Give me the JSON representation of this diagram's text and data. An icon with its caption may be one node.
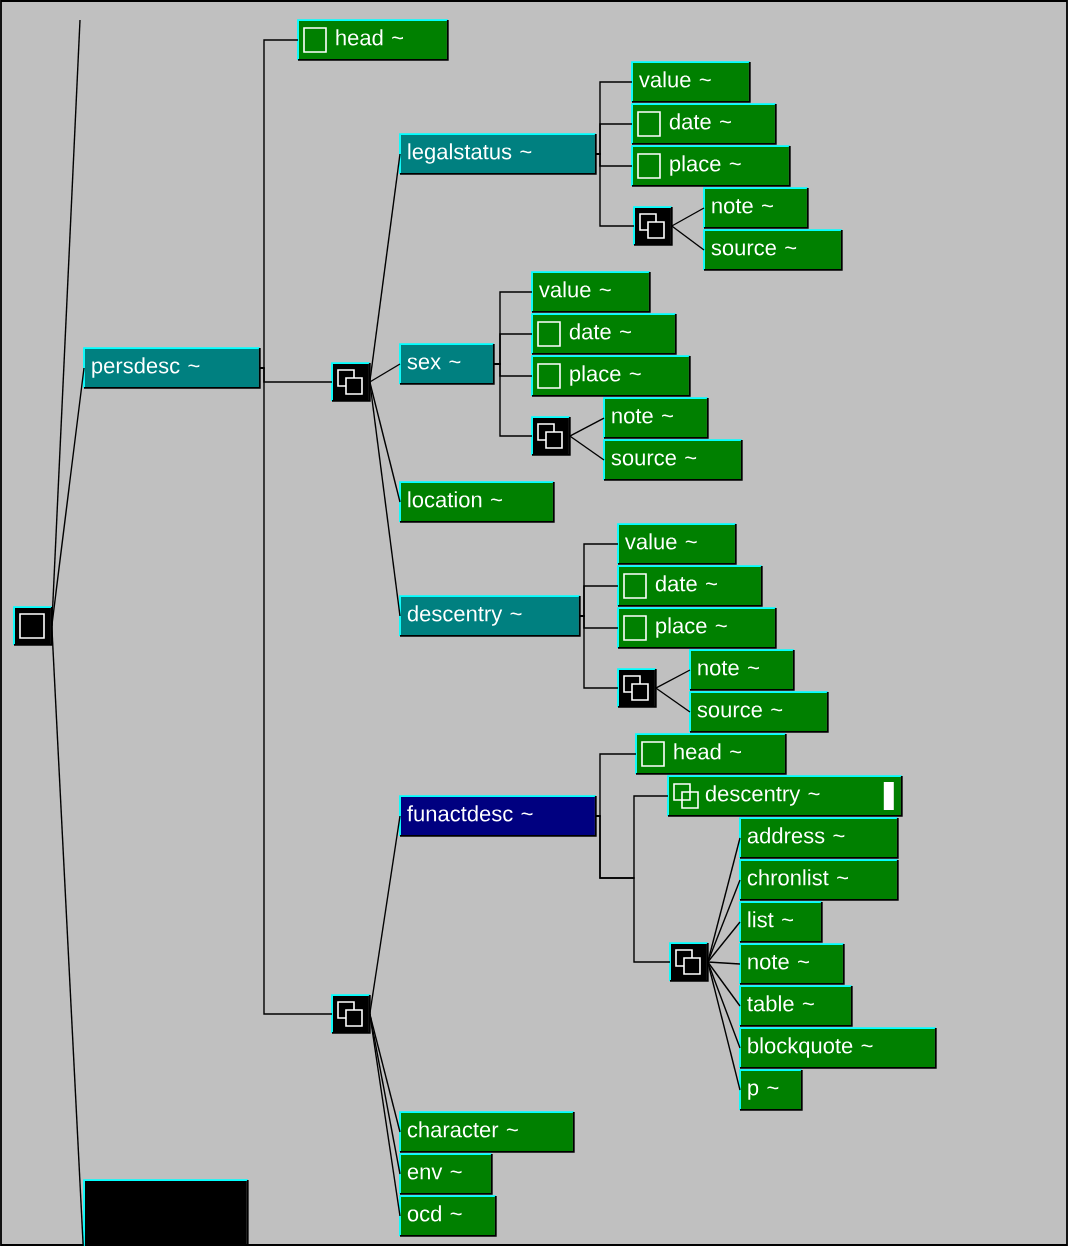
{
  "diagram": {
    "nodes": [
      {
        "text": [],
        "shape": "box"
      },
      {
        "text": [
          "persdesc ~"
        ]
      },
      {
        "text": [
          "head ~"
        ]
      },
      {
        "text": [],
        "shape": "box"
      },
      {
        "text": [
          "legalstatus ~"
        ]
      },
      {
        "text": [
          "value ~"
        ]
      },
      {
        "text": [
          "date ~"
        ]
      },
      {
        "text": [
          "place ~"
        ]
      },
      {
        "text": [],
        "shape": "box"
      },
      {
        "text": [
          "note ~"
        ]
      },
      {
        "text": [
          "source ~"
        ]
      },
      {
        "text": [
          "sex ~"
        ]
      },
      {
        "text": [
          "value ~"
        ]
      },
      {
        "text": [
          "date ~"
        ]
      },
      {
        "text": [
          "place ~"
        ]
      },
      {
        "text": [],
        "shape": "box"
      },
      {
        "text": [
          "note ~"
        ]
      },
      {
        "text": [
          "source ~"
        ]
      },
      {
        "text": [
          "location ~"
        ]
      },
      {
        "text": [
          "descentry ~"
        ]
      },
      {
        "text": [
          "value ~"
        ]
      },
      {
        "text": [
          "date ~"
        ]
      },
      {
        "text": [
          "place ~"
        ]
      },
      {
        "text": [],
        "shape": "box"
      },
      {
        "text": [
          "note ~"
        ]
      },
      {
        "text": [
          "source ~"
        ]
      },
      {
        "text": [],
        "shape": "box"
      },
      {
        "text": [
          "funactdesc ~"
        ]
      },
      {
        "text": [
          "head ~"
        ]
      },
      {
        "text": [
          "descentry ~"
        ]
      },
      {
        "text": [],
        "shape": "box"
      },
      {
        "text": [
          "address ~"
        ]
      },
      {
        "text": [
          "chronlist ~"
        ]
      },
      {
        "text": [
          "list ~"
        ]
      },
      {
        "text": [
          "note ~"
        ]
      },
      {
        "text": [
          "table ~"
        ]
      },
      {
        "text": [
          "blockquote ~"
        ]
      },
      {
        "text": [
          "p ~"
        ]
      },
      {
        "text": [
          "character ~"
        ]
      },
      {
        "text": [
          "env ~"
        ]
      },
      {
        "text": [
          "ocd ~"
        ]
      },
      {
        "text": [],
        "shape": "box"
      }
    ],
    "edges": [
      {
        "from": 0,
        "to": null,
        "arrow": "none"
      },
      {
        "from": 0,
        "to": 1,
        "arrow": "none"
      },
      {
        "from": 0,
        "to": 41,
        "arrow": "none"
      },
      {
        "from": 1,
        "to": 2,
        "arrow": "none"
      },
      {
        "from": 1,
        "to": 3,
        "arrow": "none"
      },
      {
        "from": 1,
        "to": 26,
        "arrow": "none"
      },
      {
        "from": 3,
        "to": 4,
        "arrow": "none"
      },
      {
        "from": 3,
        "to": 11,
        "arrow": "none"
      },
      {
        "from": 3,
        "to": 18,
        "arrow": "none"
      },
      {
        "from": 3,
        "to": 19,
        "arrow": "none"
      },
      {
        "from": 4,
        "to": 5,
        "arrow": "none"
      },
      {
        "from": 4,
        "to": 6,
        "arrow": "none"
      },
      {
        "from": 4,
        "to": 7,
        "arrow": "none"
      },
      {
        "from": 4,
        "to": 8,
        "arrow": "none"
      },
      {
        "from": 8,
        "to": 9,
        "arrow": "none"
      },
      {
        "from": 8,
        "to": 10,
        "arrow": "none"
      },
      {
        "from": 11,
        "to": 12,
        "arrow": "none"
      },
      {
        "from": 11,
        "to": 13,
        "arrow": "none"
      },
      {
        "from": 11,
        "to": 14,
        "arrow": "none"
      },
      {
        "from": 11,
        "to": 15,
        "arrow": "none"
      },
      {
        "from": 15,
        "to": 16,
        "arrow": "none"
      },
      {
        "from": 15,
        "to": 17,
        "arrow": "none"
      },
      {
        "from": 19,
        "to": 20,
        "arrow": "none"
      },
      {
        "from": 19,
        "to": 21,
        "arrow": "none"
      },
      {
        "from": 19,
        "to": 22,
        "arrow": "none"
      },
      {
        "from": 19,
        "to": 23,
        "arrow": "none"
      },
      {
        "from": 23,
        "to": 24,
        "arrow": "none"
      },
      {
        "from": 23,
        "to": 25,
        "arrow": "none"
      },
      {
        "from": 26,
        "to": 27,
        "arrow": "none"
      },
      {
        "from": 26,
        "to": 38,
        "arrow": "none"
      },
      {
        "from": 26,
        "to": 39,
        "arrow": "none"
      },
      {
        "from": 26,
        "to": 40,
        "arrow": "none"
      },
      {
        "from": 27,
        "to": 28,
        "arrow": "none"
      },
      {
        "from": 27,
        "to": 29,
        "arrow": "none"
      },
      {
        "from": 27,
        "to": 30,
        "arrow": "none"
      },
      {
        "from": 30,
        "to": 31,
        "arrow": "none"
      },
      {
        "from": 30,
        "to": 32,
        "arrow": "none"
      },
      {
        "from": 30,
        "to": 33,
        "arrow": "none"
      },
      {
        "from": 30,
        "to": 34,
        "arrow": "none"
      },
      {
        "from": 30,
        "to": 35,
        "arrow": "none"
      },
      {
        "from": 30,
        "to": 36,
        "arrow": "none"
      },
      {
        "from": 30,
        "to": 37,
        "arrow": "none"
      }
    ]
  }
}
